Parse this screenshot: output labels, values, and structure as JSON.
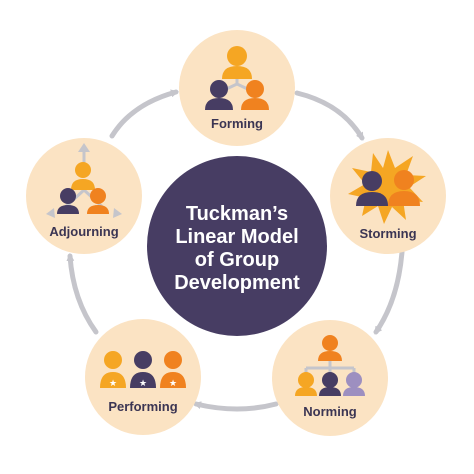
{
  "title": {
    "lines": [
      "Tuckman’s",
      "Linear Model",
      "of Group",
      "Development"
    ]
  },
  "stages": [
    {
      "label": "Forming",
      "icon": "forming-group-icon"
    },
    {
      "label": "Storming",
      "icon": "storming-conflict-icon"
    },
    {
      "label": "Norming",
      "icon": "norming-hierarchy-icon"
    },
    {
      "label": "Performing",
      "icon": "performing-stars-icon"
    },
    {
      "label": "Adjourning",
      "icon": "adjourning-dispersing-icon"
    }
  ],
  "colors": {
    "circle_fill": "#fbe3c3",
    "center_fill": "#473d63",
    "label_text": "#3b3553",
    "arrow": "#c5c5cb",
    "person_dark": "#473d63",
    "person_orange": "#f0821f",
    "person_yellow": "#f5a623",
    "person_lavender": "#9d8fc0",
    "burst": "#f5a623"
  }
}
